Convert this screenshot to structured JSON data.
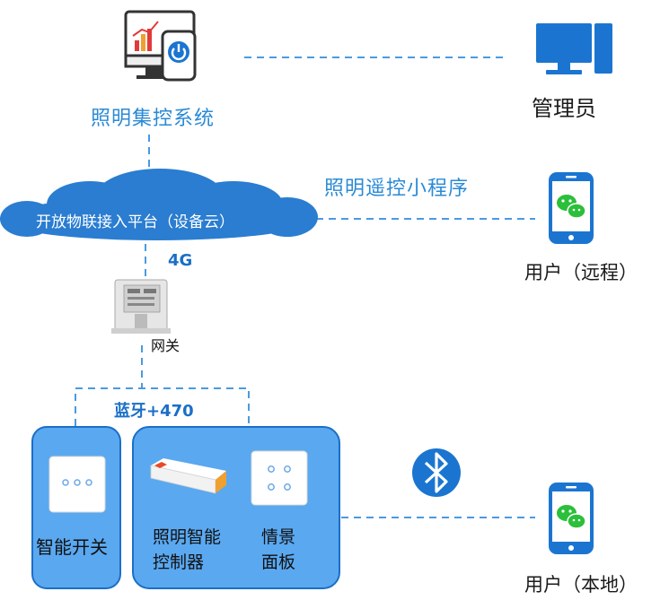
{
  "nodes": {
    "central_system": "照明集控系统",
    "admin": "管理员",
    "mini_program": "照明遥控小程序",
    "remote_user": "用户（远程）",
    "cloud_platform": "开放物联接入平台（设备云）",
    "network_4g": "4G",
    "gateway": "网关",
    "bt_470": "蓝牙+470",
    "smart_switch": "智能开关",
    "controller_line1": "照明智能",
    "controller_line2": "控制器",
    "panel_line1": "情景",
    "panel_line2": "面板",
    "local_user": "用户（本地）"
  },
  "colors": {
    "accent_blue": "#1b75d0",
    "light_blue": "#5aa8f0",
    "cloud_blue": "#2a7dd0",
    "line_blue": "#4a9ae0",
    "wechat_green": "#2bbf3a"
  },
  "icons": {
    "computer_phone": "computer-phone-icon",
    "monitor": "monitor-icon",
    "phone_wechat": "wechat-phone-icon",
    "bluetooth": "bluetooth-icon",
    "gateway_device": "gateway-device-icon",
    "switch_device": "switch-device-icon",
    "controller_device": "controller-device-icon",
    "panel_device": "panel-device-icon"
  }
}
